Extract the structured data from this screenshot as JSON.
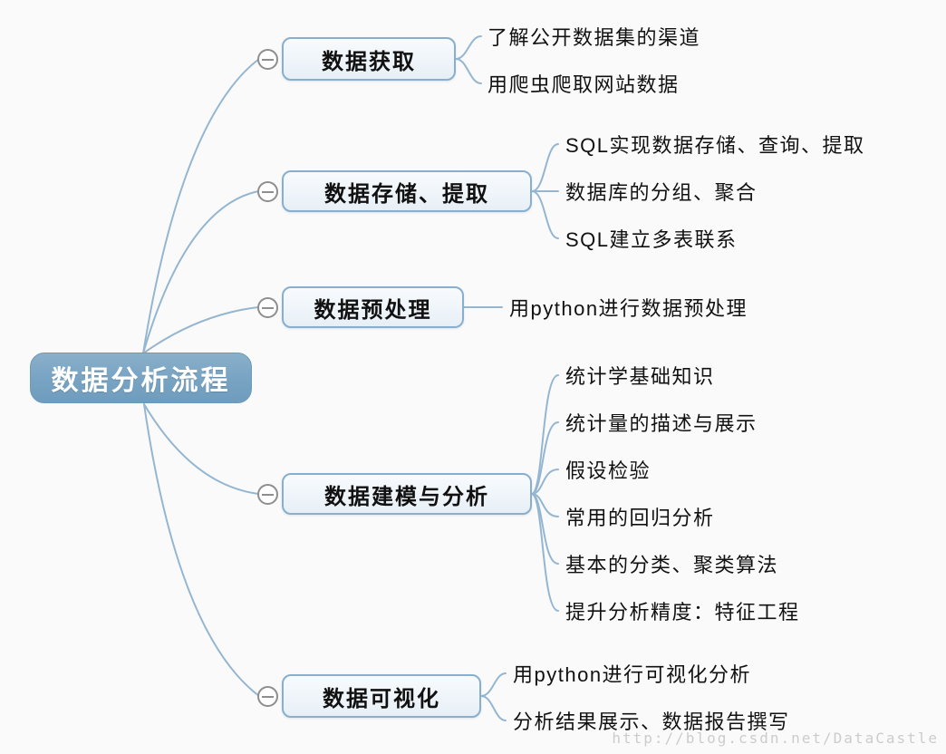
{
  "root": {
    "label": "数据分析流程"
  },
  "branches": [
    {
      "label": "数据获取",
      "children": [
        "了解公开数据集的渠道",
        "用爬虫爬取网站数据"
      ]
    },
    {
      "label": "数据存储、提取",
      "children": [
        "SQL实现数据存储、查询、提取",
        "数据库的分组、聚合",
        "SQL建立多表联系"
      ]
    },
    {
      "label": "数据预处理",
      "children": [
        "用python进行数据预处理"
      ]
    },
    {
      "label": "数据建模与分析",
      "children": [
        "统计学基础知识",
        "统计量的描述与展示",
        "假设检验",
        "常用的回归分析",
        "基本的分类、聚类算法",
        "提升分析精度：特征工程"
      ]
    },
    {
      "label": "数据可视化",
      "children": [
        "用python进行可视化分析",
        "分析结果展示、数据报告撰写"
      ]
    }
  ],
  "collapse_icon_glyph": "minus-circle",
  "watermark": "http://blog.csdn.net/DataCastle",
  "colors": {
    "root-fill": "#7aa5c4",
    "branch-border": "#88afcd",
    "branch-fill": "#eef4f9",
    "connector": "#95b6d1",
    "collapse-border": "#8e8e8e",
    "text": "#111111",
    "watermark": "#cccccc",
    "background": "#fafafa"
  }
}
